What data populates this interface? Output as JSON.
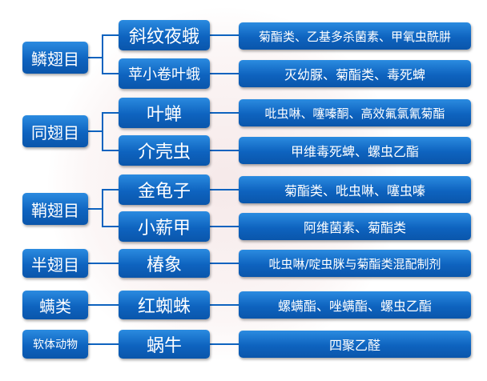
{
  "groups": [
    {
      "order": "鳞翅目",
      "pests": [
        {
          "name": "斜纹夜蛾",
          "pesticide": "菊酯类、乙基多杀菌素、甲氧虫酰肼"
        },
        {
          "name": "苹小卷叶蛾",
          "pesticide": "灭幼脲、菊酯类、毒死蜱"
        }
      ]
    },
    {
      "order": "同翅目",
      "pests": [
        {
          "name": "叶蝉",
          "pesticide": "吡虫啉、噻嗪酮、高效氟氯氰菊酯"
        },
        {
          "name": "介壳虫",
          "pesticide": "甲维毒死蜱、螺虫乙酯"
        }
      ]
    },
    {
      "order": "鞘翅目",
      "pests": [
        {
          "name": "金龟子",
          "pesticide": "菊酯类、吡虫啉、噻虫嗪"
        },
        {
          "name": "小薪甲",
          "pesticide": "阿维菌素、菊酯类"
        }
      ]
    },
    {
      "order": "半翅目",
      "pests": [
        {
          "name": "椿象",
          "pesticide": "吡虫啉/啶虫脒与菊酯类混配制剂"
        }
      ]
    },
    {
      "order": "螨类",
      "pests": [
        {
          "name": "红蜘蛛",
          "pesticide": "螺螨酯、唑螨酯、螺虫乙酯"
        }
      ]
    },
    {
      "order": "软体动物",
      "pests": [
        {
          "name": "蜗牛",
          "pesticide": "四聚乙醛"
        }
      ]
    }
  ]
}
